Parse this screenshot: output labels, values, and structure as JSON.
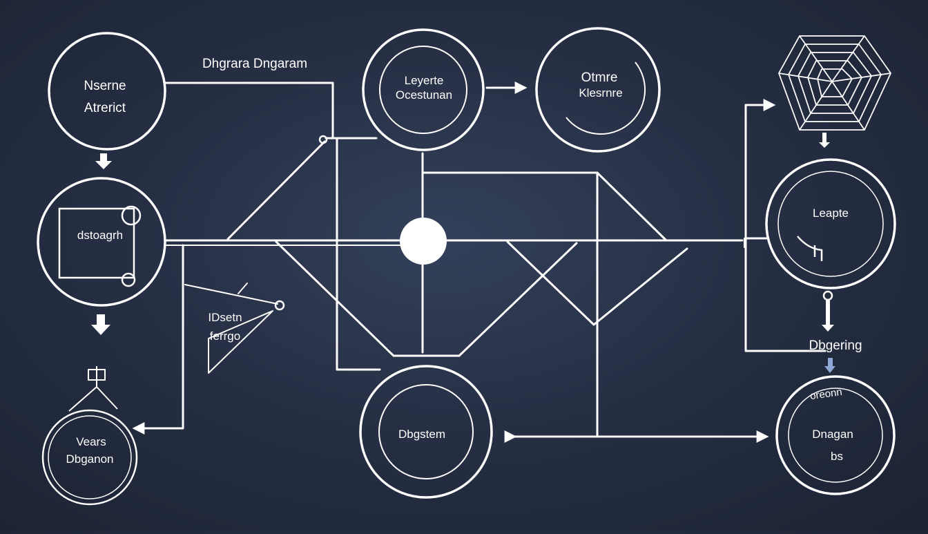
{
  "diagram": {
    "title": "Dhgrara Dngaram",
    "colors": {
      "background": "#262f44",
      "line": "#ffffff",
      "accent_arrow": "#8fa8d8"
    },
    "nodes": {
      "top_left": {
        "line1": "Nserne",
        "line2": "Atrerict"
      },
      "left_mid": {
        "label": "dstoagrh"
      },
      "left_small": {
        "line1": "IDsetn",
        "line2": "ferrgo"
      },
      "bottom_left": {
        "line1": "Vears",
        "line2": "Dbganon"
      },
      "top_center": {
        "line1": "Leyerte",
        "line2": "Ocestunan"
      },
      "top_center_right": {
        "line1": "Otmre",
        "line2": "Klesrnre"
      },
      "hub": {
        "label": ""
      },
      "bottom_center": {
        "label": "Dbgstem"
      },
      "right_mid": {
        "label": "Leapte"
      },
      "right_label": {
        "label": "Dbgering"
      },
      "bottom_right": {
        "line1": "Dnagan",
        "line2": "bs",
        "arc": "oreonn"
      },
      "top_right_polygon": {
        "icon": "spiral-polygon-icon"
      }
    }
  }
}
